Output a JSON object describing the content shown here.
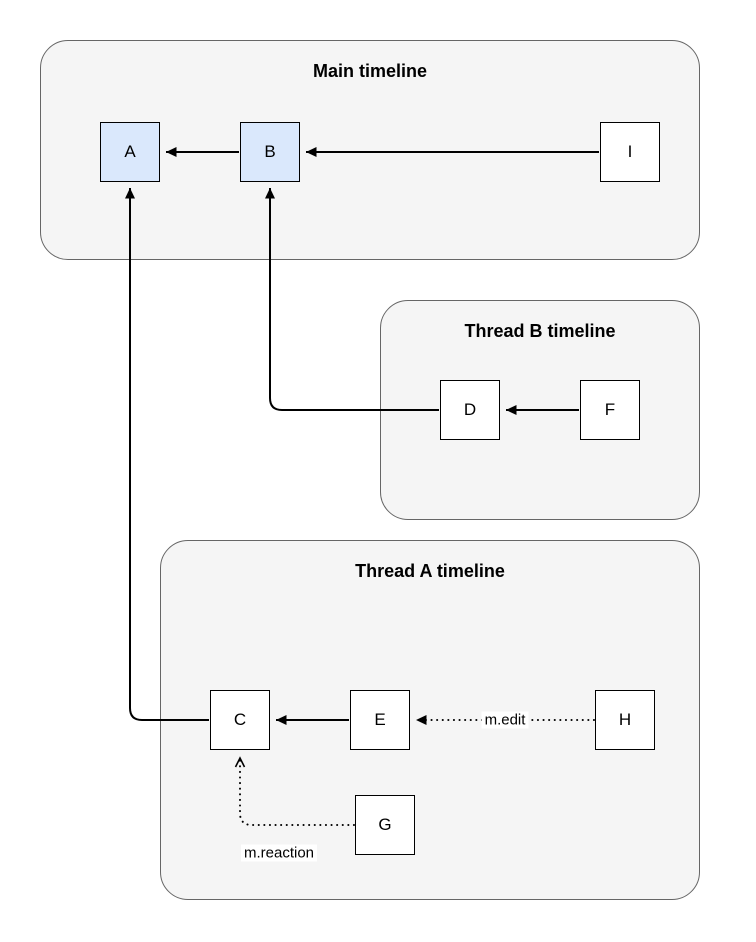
{
  "diagram": {
    "containers": [
      {
        "id": "main",
        "title": "Main timeline"
      },
      {
        "id": "threadB",
        "title": "Thread B timeline"
      },
      {
        "id": "threadA",
        "title": "Thread A timeline"
      }
    ],
    "nodes": [
      {
        "id": "A",
        "label": "A",
        "container": "main",
        "highlighted": true
      },
      {
        "id": "B",
        "label": "B",
        "container": "main",
        "highlighted": true
      },
      {
        "id": "I",
        "label": "I",
        "container": "main",
        "highlighted": false
      },
      {
        "id": "D",
        "label": "D",
        "container": "threadB",
        "highlighted": false
      },
      {
        "id": "F",
        "label": "F",
        "container": "threadB",
        "highlighted": false
      },
      {
        "id": "C",
        "label": "C",
        "container": "threadA",
        "highlighted": false
      },
      {
        "id": "E",
        "label": "E",
        "container": "threadA",
        "highlighted": false
      },
      {
        "id": "H",
        "label": "H",
        "container": "threadA",
        "highlighted": false
      },
      {
        "id": "G",
        "label": "G",
        "container": "threadA",
        "highlighted": false
      }
    ],
    "edges": [
      {
        "from": "B",
        "to": "A",
        "style": "solid",
        "label": ""
      },
      {
        "from": "I",
        "to": "B",
        "style": "solid",
        "label": ""
      },
      {
        "from": "F",
        "to": "D",
        "style": "solid",
        "label": ""
      },
      {
        "from": "D",
        "to": "B",
        "style": "solid",
        "label": ""
      },
      {
        "from": "E",
        "to": "C",
        "style": "solid",
        "label": ""
      },
      {
        "from": "H",
        "to": "E",
        "style": "dotted",
        "label": "m.edit"
      },
      {
        "from": "C",
        "to": "A",
        "style": "solid",
        "label": ""
      },
      {
        "from": "G",
        "to": "C",
        "style": "dotted",
        "label": "m.reaction"
      }
    ],
    "colors": {
      "page_background": "#ffffff",
      "container_fill": "#f5f5f5",
      "container_border": "#666666",
      "node_fill": "#ffffff",
      "node_border": "#000000",
      "highlight_fill": "#dae8fc",
      "edge_color": "#000000"
    }
  }
}
